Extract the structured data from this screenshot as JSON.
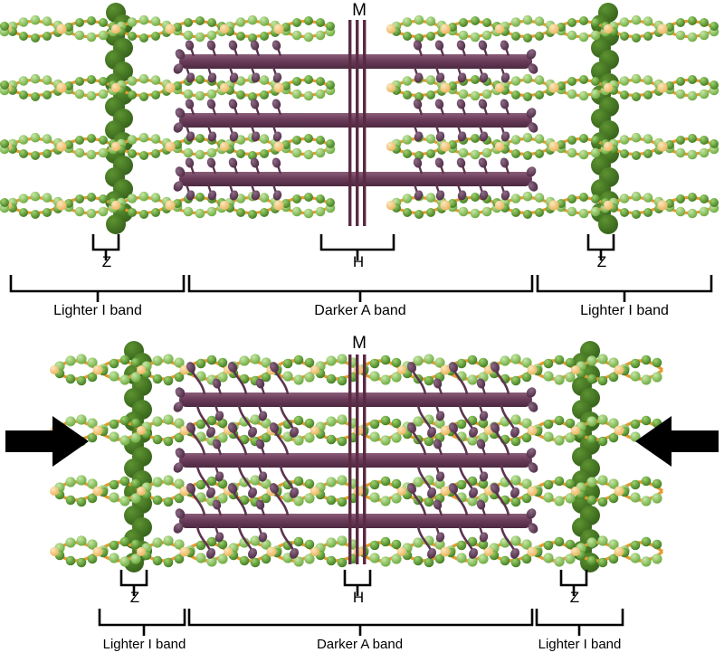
{
  "figure": {
    "title_hidden": "",
    "panels": [
      {
        "id": "relaxed",
        "state_name": "relaxed-sarcomere",
        "labels": {
          "m_line": "M",
          "h_zone": "H",
          "z_disc_left": "Z",
          "z_disc_right": "Z",
          "band_left": "Lighter I band",
          "band_center": "Darker A band",
          "band_right": "Lighter I band"
        },
        "counts": {
          "actin_rows": 4,
          "myosin_rows": 3,
          "m_line_strands": 3
        }
      },
      {
        "id": "contracted",
        "state_name": "contracted-sarcomere",
        "labels": {
          "m_line": "M",
          "h_zone": "H",
          "z_disc_left": "Z",
          "z_disc_right": "Z",
          "band_left": "Lighter I band",
          "band_center": "Darker A band",
          "band_right": "Lighter I band"
        },
        "counts": {
          "actin_rows": 4,
          "myosin_rows": 3,
          "m_line_strands": 3
        },
        "arrows": {
          "left": "arrow-right",
          "right": "arrow-left"
        }
      }
    ],
    "colors": {
      "z_disc_green": "#3f7020",
      "actin_bead_green": "#7fbf4f",
      "actin_bead_dark_green": "#4e962c",
      "tropomyosin_orange": "#e8992f",
      "troponin_tan": "#f5d9a0",
      "myosin_purple": "#6b3d5b",
      "myosin_head_purple": "#5d3450",
      "m_line_purple": "#5a2a42",
      "bracket_black": "#000000",
      "arrow_black": "#000000",
      "background": "#ffffff"
    }
  }
}
